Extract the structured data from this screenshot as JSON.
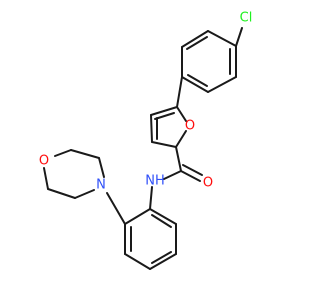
{
  "colors": {
    "bond": "#1a1a1a",
    "carbon": "#1a1a1a",
    "oxygen": "#ff0d0d",
    "nitrogen": "#3050f8",
    "chlorine": "#1ff01f",
    "background": "#ffffff"
  },
  "atoms": {
    "cl": "Cl",
    "o_furan": "O",
    "o_carbonyl": "O",
    "nh": "NH",
    "n_morpholine": "N",
    "o_morpholine": "O"
  }
}
